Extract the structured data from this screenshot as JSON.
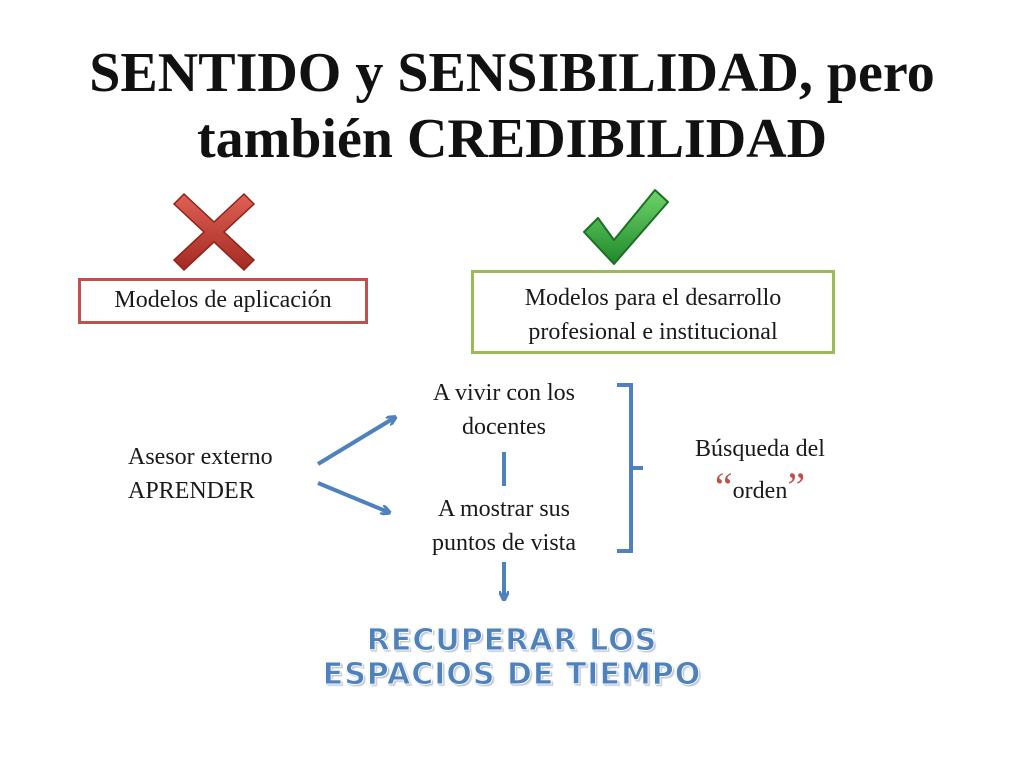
{
  "title": {
    "line1": "SENTIDO y SENSIBILIDAD, pero",
    "line2": "también CREDIBILIDAD"
  },
  "icons": {
    "wrong": "red-x-icon",
    "right": "green-check-icon"
  },
  "boxes": {
    "application": "Modelos de aplicación",
    "development_line1": "Modelos para el desarrollo",
    "development_line2": "profesional e institucional"
  },
  "asesor": {
    "line1": "Asesor externo",
    "line2": "APRENDER"
  },
  "branches": {
    "top_line1": "A vivir con los",
    "top_line2": "docentes",
    "bottom_line1": "A mostrar sus",
    "bottom_line2": "puntos de vista"
  },
  "busqueda": {
    "line1": "Búsqueda del",
    "open_quote": "“",
    "word": "orden",
    "close_quote": "”"
  },
  "result": {
    "line1": "RECUPERAR LOS",
    "line2": "ESPACIOS DE TIEMPO"
  },
  "colors": {
    "arrow": "#4f81bd",
    "wrong_box": "#c0504d",
    "right_box": "#9bbb59",
    "check": "#2e9a34",
    "cross": "#c0392b"
  }
}
